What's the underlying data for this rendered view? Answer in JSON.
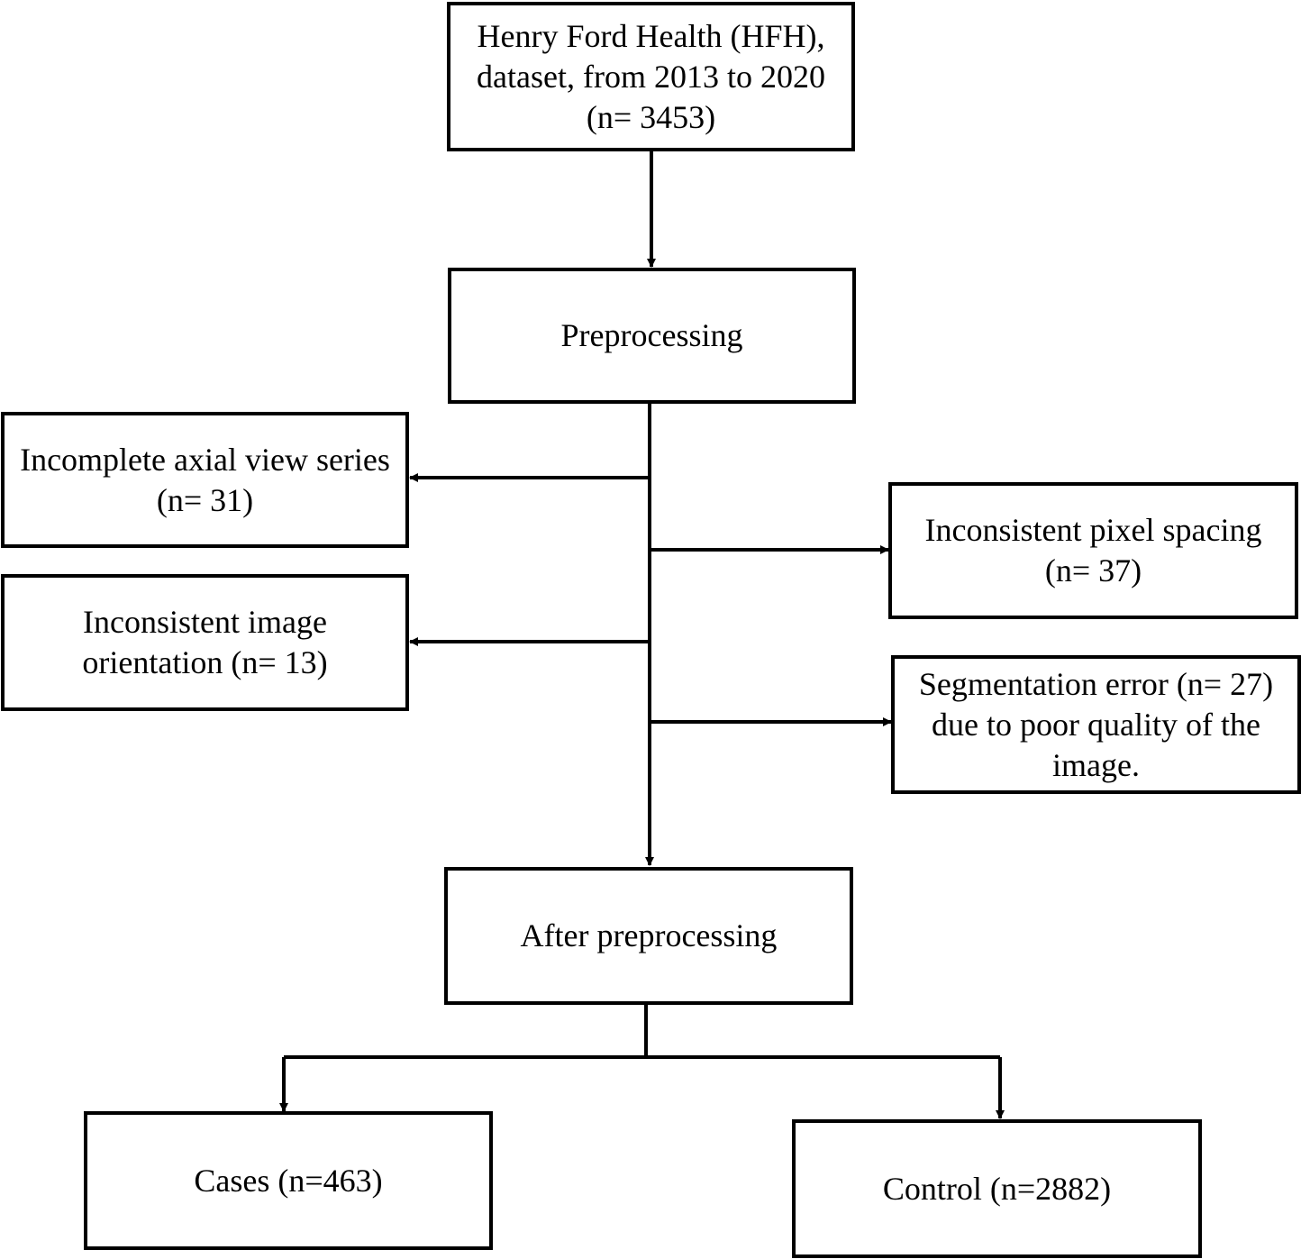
{
  "nodes": {
    "dataset": "Henry Ford Health (HFH), dataset, from 2013 to 2020 (n= 3453)",
    "preprocessing": "Preprocessing",
    "incomplete_axial": "Incomplete axial view series (n= 31)",
    "inconsistent_orientation": "Inconsistent image orientation (n= 13)",
    "inconsistent_spacing": "Inconsistent pixel spacing (n= 37)",
    "segmentation_error": "Segmentation error (n= 27) due to poor quality of the image.",
    "after_preprocessing": "After preprocessing",
    "cases": "Cases (n=463)",
    "control": "Control (n=2882)"
  },
  "colors": {
    "stroke": "#000000",
    "background": "#ffffff"
  }
}
